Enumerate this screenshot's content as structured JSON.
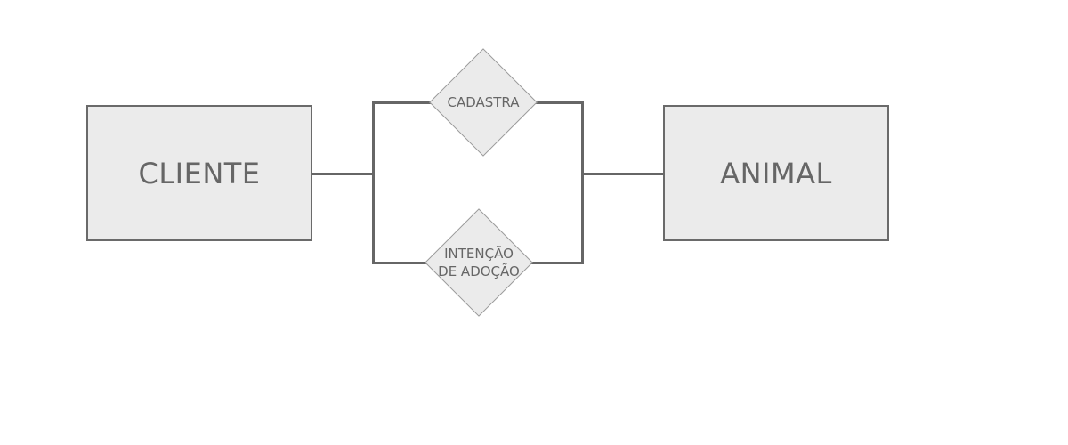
{
  "entities": {
    "cliente": "CLIENTE",
    "animal": "ANIMAL"
  },
  "relationships": {
    "cadastra": {
      "line1": "CADASTRA"
    },
    "intencao_adocao": {
      "line1": "INTENÇÃO",
      "line2": "DE ADOÇÃO"
    }
  },
  "colors": {
    "fill": "#ebebeb",
    "stroke": "#666666",
    "text": "#666666"
  }
}
